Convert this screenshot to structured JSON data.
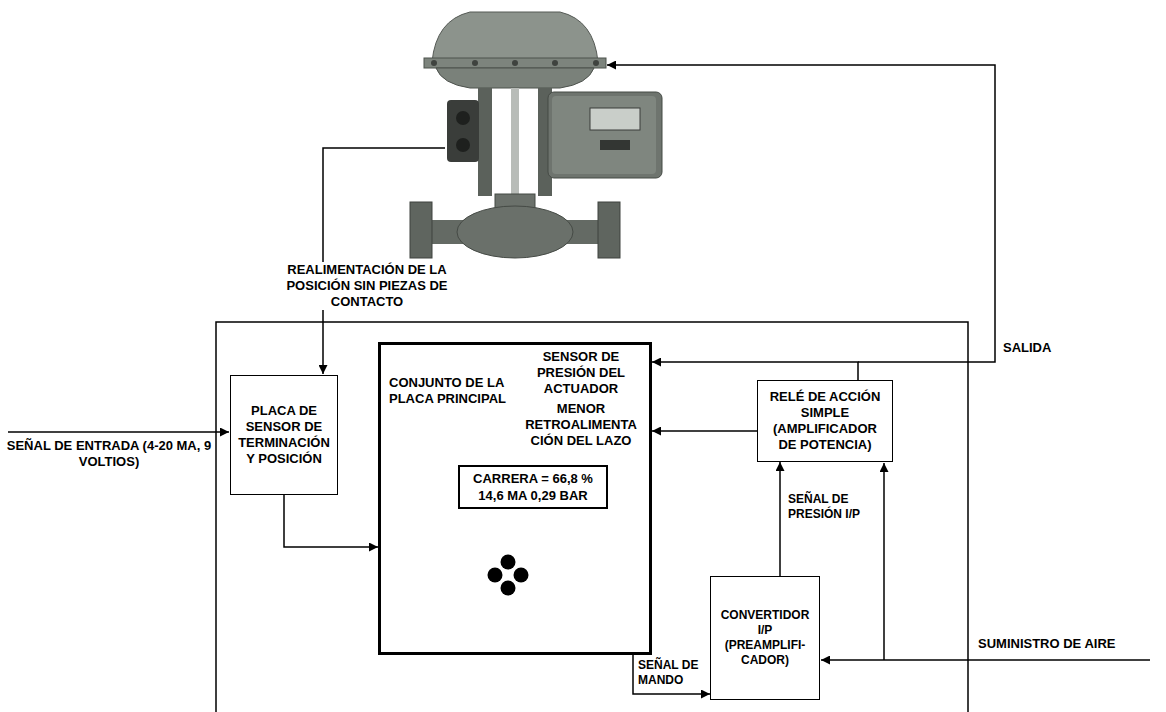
{
  "diagram": {
    "nodes": [
      {
        "text": [
          "PLACA DE SENSOR DE TERMINACIÓN Y POSICIÓN"
        ]
      },
      {
        "text": [
          "CONJUNTO DE LA PLACA PRINCIPAL",
          "SENSOR DE PRESIÓN DEL ACTUADOR",
          "MENOR RETROALIMENTA CIÓN DEL LAZO"
        ]
      },
      {
        "text": [
          "CARRERA = 66,8 %",
          "14,6 MA 0,29 BAR"
        ],
        "in": 1
      },
      {
        "text": [
          "RELÉ DE ACCIÓN SIMPLE (AMPLIFICADOR DE POTENCIA)"
        ]
      },
      {
        "text": [
          "CONVERTIDOR I/P (PREAMPLIFI- CADOR)"
        ]
      }
    ],
    "edges": [
      {
        "from": 0,
        "to": 1,
        "arrow": "to"
      },
      {
        "from": 3,
        "to": 1,
        "arrow": "to"
      },
      {
        "from": 3,
        "to": 1,
        "arrow": "to"
      },
      {
        "from": 1,
        "to": 4,
        "label": "SEÑAL DE MANDO",
        "arrow": "to"
      },
      {
        "from": 4,
        "to": 3,
        "label": "SEÑAL DE PRESIÓN I/P",
        "arrow": "to"
      }
    ],
    "labels": [
      "REALIMENTACIÓN DE LA POSICIÓN SIN PIEZAS DE CONTACTO",
      "SALIDA",
      "SEÑAL DE ENTRADA (4-20 MA, 9 VOLTIOS)",
      "SUMINISTRO DE AIRE"
    ]
  }
}
